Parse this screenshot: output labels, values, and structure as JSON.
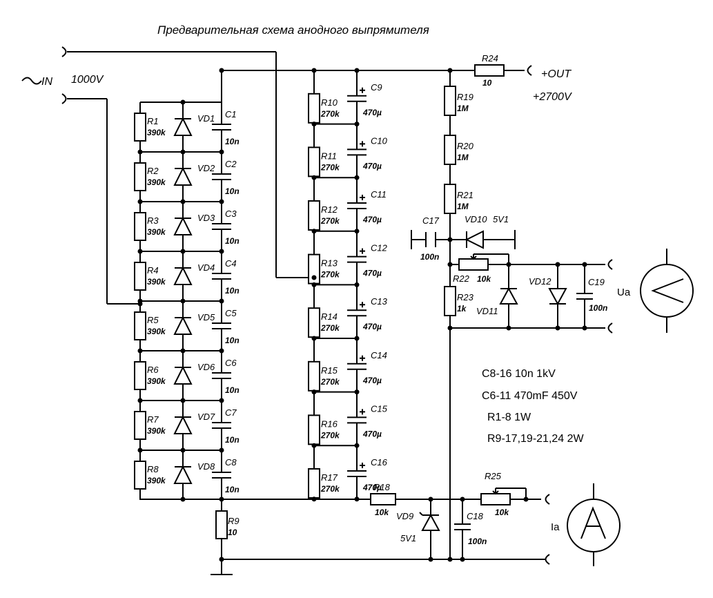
{
  "title": "Предварительная схема анодного выпрямителя",
  "input": {
    "label": "IN",
    "voltage": "1000V"
  },
  "output": {
    "label": "+OUT",
    "voltage": "+2700V"
  },
  "meters": {
    "voltmeter": "Ua",
    "ammeter": "Ia"
  },
  "ladder": [
    {
      "r": "R1",
      "rv": "390k",
      "d": "VD1",
      "c": "C1",
      "cv": "10n"
    },
    {
      "r": "R2",
      "rv": "390k",
      "d": "VD2",
      "c": "C2",
      "cv": "10n"
    },
    {
      "r": "R3",
      "rv": "390k",
      "d": "VD3",
      "c": "C3",
      "cv": "10n"
    },
    {
      "r": "R4",
      "rv": "390k",
      "d": "VD4",
      "c": "C4",
      "cv": "10n"
    },
    {
      "r": "R5",
      "rv": "390k",
      "d": "VD5",
      "c": "C5",
      "cv": "10n"
    },
    {
      "r": "R6",
      "rv": "390k",
      "d": "VD6",
      "c": "C6",
      "cv": "10n"
    },
    {
      "r": "R7",
      "rv": "390k",
      "d": "VD7",
      "c": "C7",
      "cv": "10n"
    },
    {
      "r": "R8",
      "rv": "390k",
      "d": "VD8",
      "c": "C8",
      "cv": "10n"
    }
  ],
  "filter": [
    {
      "r": "R10",
      "rv": "270k",
      "c": "C9",
      "cv": "470µ"
    },
    {
      "r": "R11",
      "rv": "270k",
      "c": "C10",
      "cv": "470µ"
    },
    {
      "r": "R12",
      "rv": "270k",
      "c": "C11",
      "cv": "470µ"
    },
    {
      "r": "R13",
      "rv": "270k",
      "c": "C12",
      "cv": "470µ"
    },
    {
      "r": "R14",
      "rv": "270k",
      "c": "C13",
      "cv": "470µ"
    },
    {
      "r": "R15",
      "rv": "270k",
      "c": "C14",
      "cv": "470µ"
    },
    {
      "r": "R16",
      "rv": "270k",
      "c": "C15",
      "cv": "470µ"
    },
    {
      "r": "R17",
      "rv": "270k",
      "c": "C16",
      "cv": "470µ"
    }
  ],
  "parts": {
    "r9": {
      "name": "R9",
      "value": "10"
    },
    "r18": {
      "name": "R18",
      "value": "10k"
    },
    "vd9": {
      "name": "VD9",
      "value": "5V1"
    },
    "c18": {
      "name": "C18",
      "value": "100n"
    },
    "r25": {
      "name": "R25",
      "value": "10k"
    },
    "r24": {
      "name": "R24",
      "value": "10"
    },
    "r19": {
      "name": "R19",
      "value": "1M"
    },
    "r20": {
      "name": "R20",
      "value": "1M"
    },
    "r21": {
      "name": "R21",
      "value": "1M"
    },
    "c17": {
      "name": "C17",
      "value": "100n"
    },
    "vd10": {
      "name": "VD10",
      "value": "5V1"
    },
    "r22": {
      "name": "R22",
      "value": "10k"
    },
    "r23": {
      "name": "R23",
      "value": "1k"
    },
    "vd11": {
      "name": "VD11"
    },
    "vd12": {
      "name": "VD12"
    },
    "c19": {
      "name": "C19",
      "value": "100n"
    }
  },
  "notes": [
    "C8-16 10n 1kV",
    "C6-11 470mF 450V",
    "R1-8 1W",
    "R9-17,19-21,24 2W"
  ]
}
